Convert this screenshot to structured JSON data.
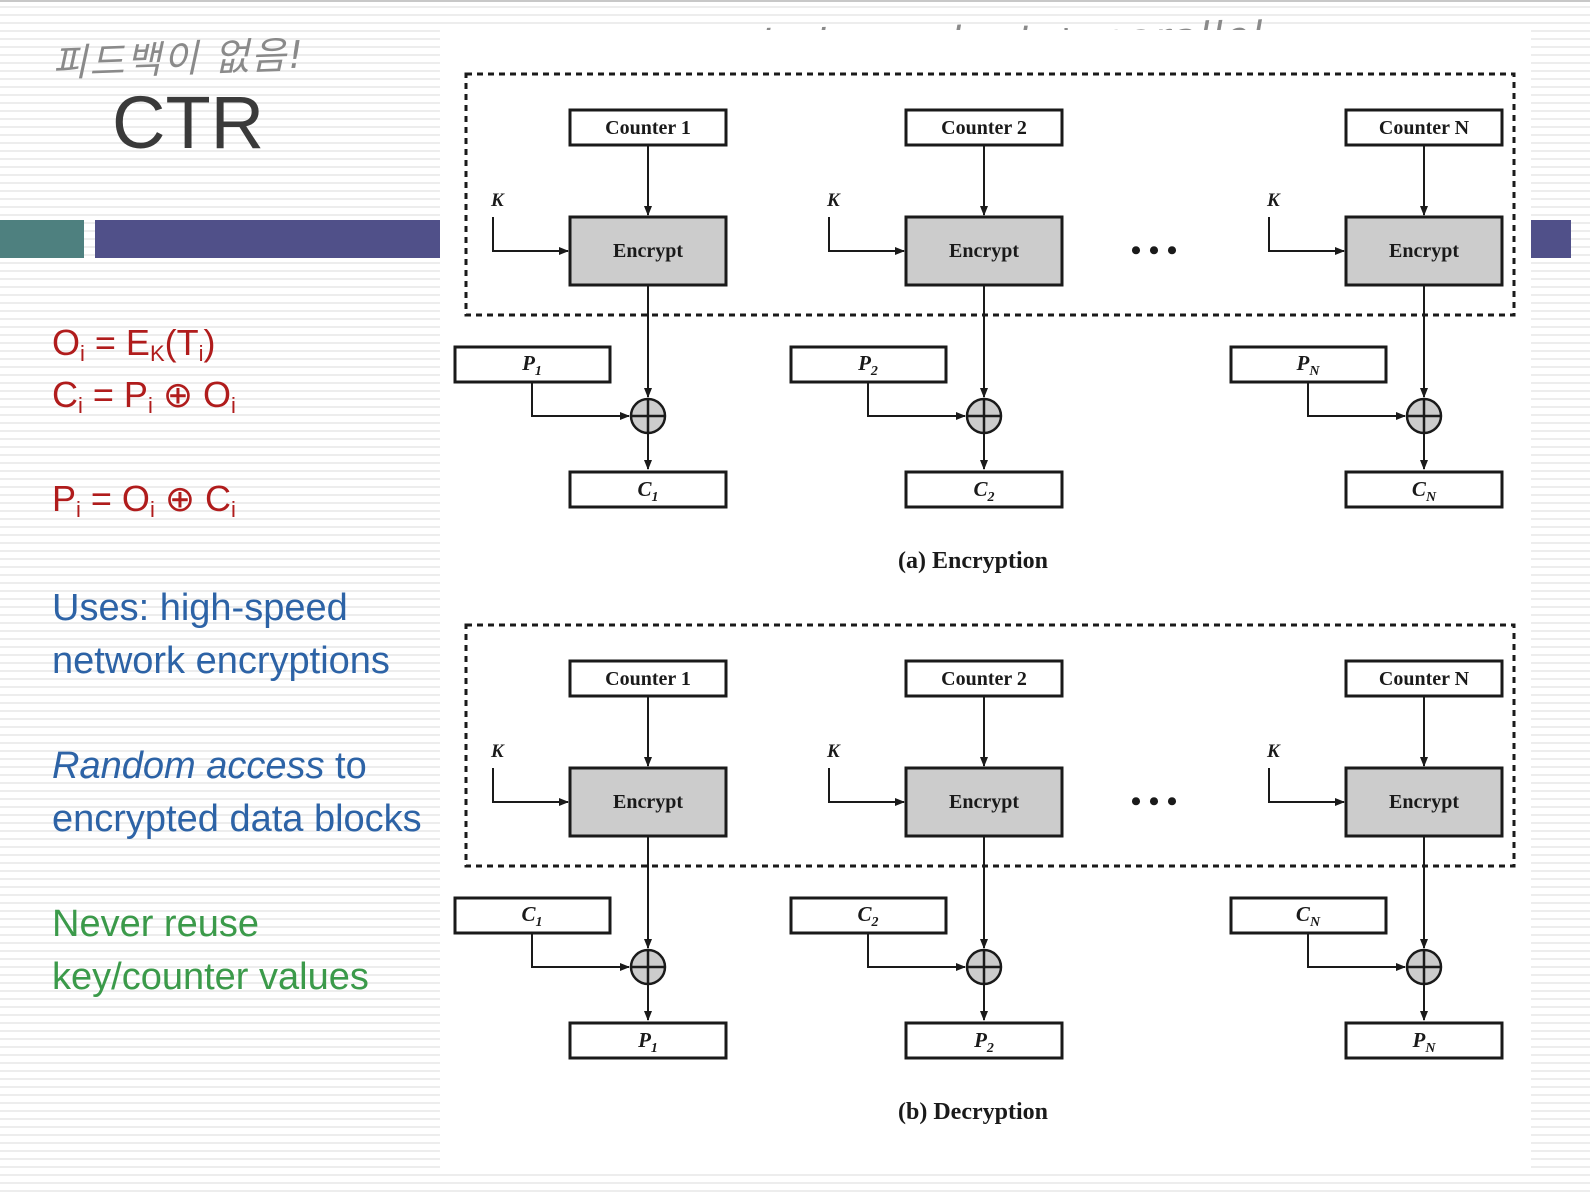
{
  "handwritten": {
    "korean_note": "피드백이 없음!",
    "top_note": "independent + parallel"
  },
  "slide": {
    "title": "CTR"
  },
  "formulas": {
    "o": {
      "l1": "O",
      "s1": "i",
      "mid1": " = E",
      "s2": "K",
      "mid2": "(T",
      "s3": "i",
      "end": ")"
    },
    "c": {
      "l1": "C",
      "s1": "i",
      "mid1": " = P",
      "s2": "i",
      "mid2": " ⊕ O",
      "s3": "i"
    },
    "p": {
      "l1": "P",
      "s1": "i",
      "mid1": " = O",
      "s2": "i",
      "mid2": " ⊕ C",
      "s3": "i"
    }
  },
  "notes": {
    "uses_line1": "Uses: high-speed",
    "uses_line2": "network encryptions",
    "random_italic": "Random access",
    "random_rest": " to",
    "random_line2": "encrypted data blocks",
    "never_line1": "Never reuse",
    "never_line2": "key/counter values"
  },
  "diagram": {
    "encryption": {
      "caption": "(a) Encryption",
      "columns": [
        {
          "counter": "Counter 1",
          "key": "K",
          "block": "Encrypt",
          "input_letter": "P",
          "input_sub": "1",
          "output_letter": "C",
          "output_sub": "1"
        },
        {
          "counter": "Counter 2",
          "key": "K",
          "block": "Encrypt",
          "input_letter": "P",
          "input_sub": "2",
          "output_letter": "C",
          "output_sub": "2"
        },
        {
          "counter": "Counter N",
          "key": "K",
          "block": "Encrypt",
          "input_letter": "P",
          "input_sub": "N",
          "output_letter": "C",
          "output_sub": "N"
        }
      ]
    },
    "decryption": {
      "caption": "(b) Decryption",
      "columns": [
        {
          "counter": "Counter 1",
          "key": "K",
          "block": "Encrypt",
          "input_letter": "C",
          "input_sub": "1",
          "output_letter": "P",
          "output_sub": "1"
        },
        {
          "counter": "Counter 2",
          "key": "K",
          "block": "Encrypt",
          "input_letter": "C",
          "input_sub": "2",
          "output_letter": "P",
          "output_sub": "2"
        },
        {
          "counter": "Counter N",
          "key": "K",
          "block": "Encrypt",
          "input_letter": "C",
          "input_sub": "N",
          "output_letter": "P",
          "output_sub": "N"
        }
      ]
    },
    "ellipsis": "• • •",
    "colors": {
      "encrypt_fill": "#cccccc",
      "stroke": "#1a1a1a"
    }
  }
}
